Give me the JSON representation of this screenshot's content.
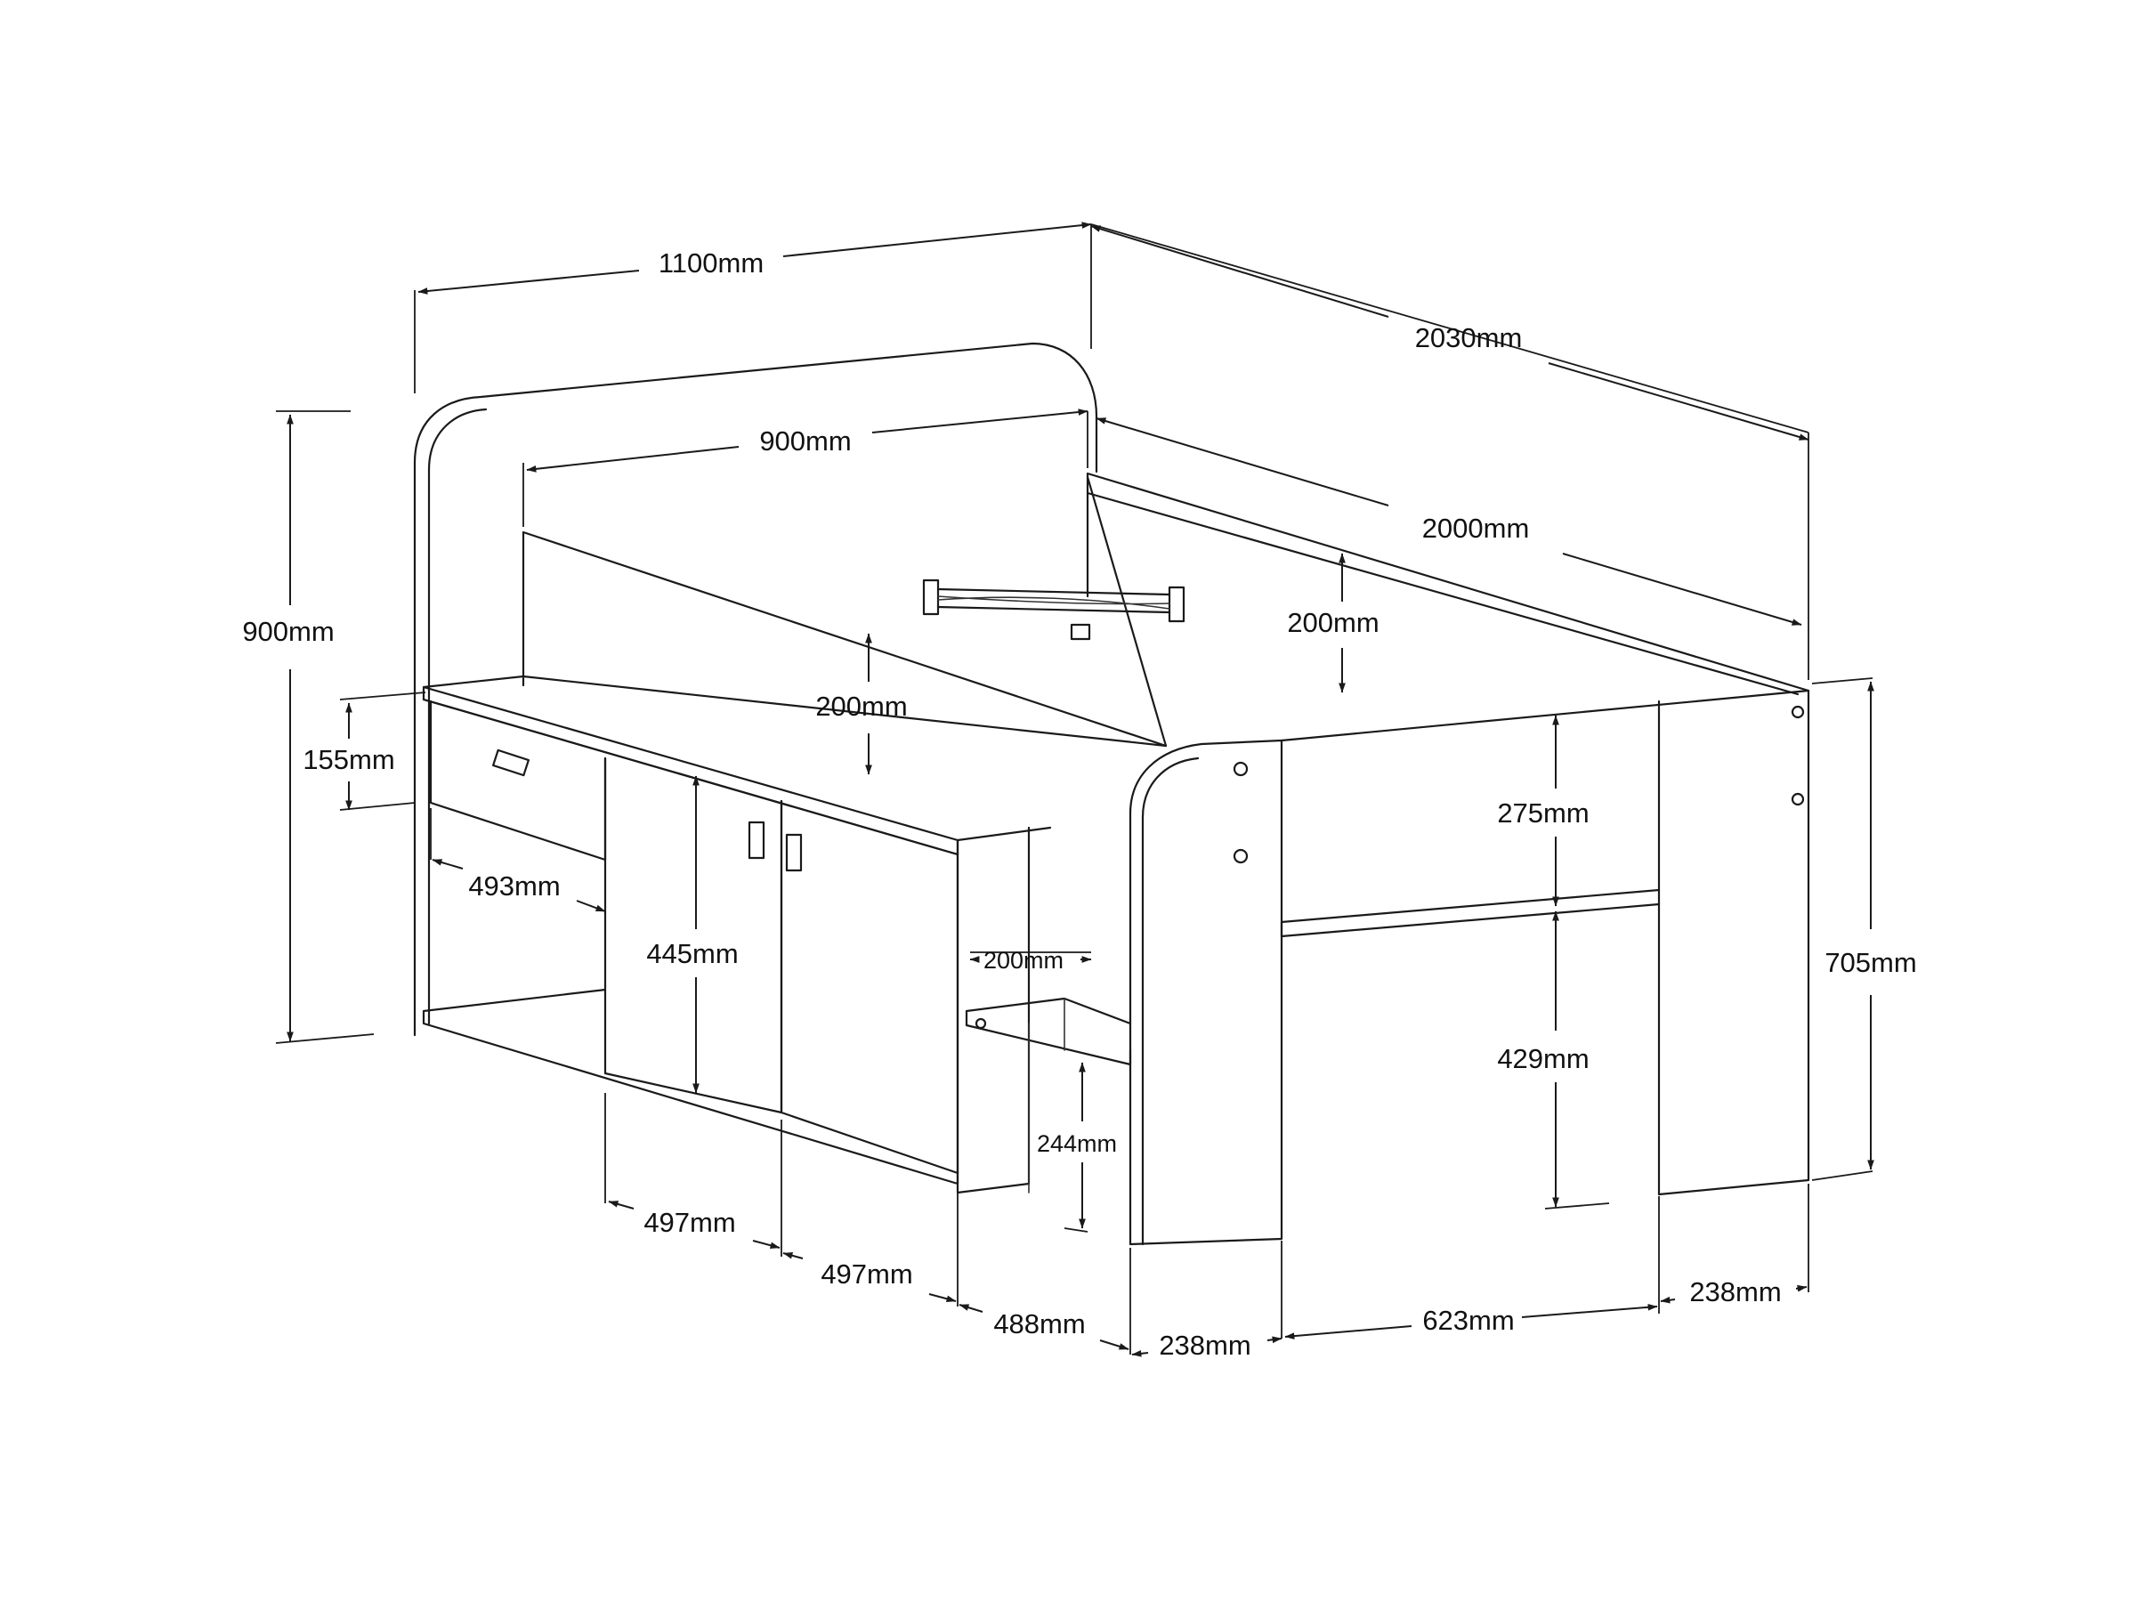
{
  "colors": {
    "line": "#1a1a1a",
    "background": "#ffffff"
  },
  "dimensions": {
    "overall_width": "1100mm",
    "overall_length": "2030mm",
    "overall_height": "900mm",
    "inner_width": "900mm",
    "inner_length": "2000mm",
    "rail_height_rear": "200mm",
    "rail_height_front": "200mm",
    "drawer_height": "155mm",
    "drawer_depth": "493mm",
    "cupboard_height": "445mm",
    "door_width_left": "497mm",
    "door_width_right": "497mm",
    "desk_width": "488mm",
    "shelf_width": "200mm",
    "shelf_height": "244mm",
    "end_panel_width_front": "238mm",
    "opening_width": "623mm",
    "end_panel_width_back": "238mm",
    "side_height_upper": "275mm",
    "side_height_lower": "429mm",
    "side_height_total": "705mm"
  }
}
